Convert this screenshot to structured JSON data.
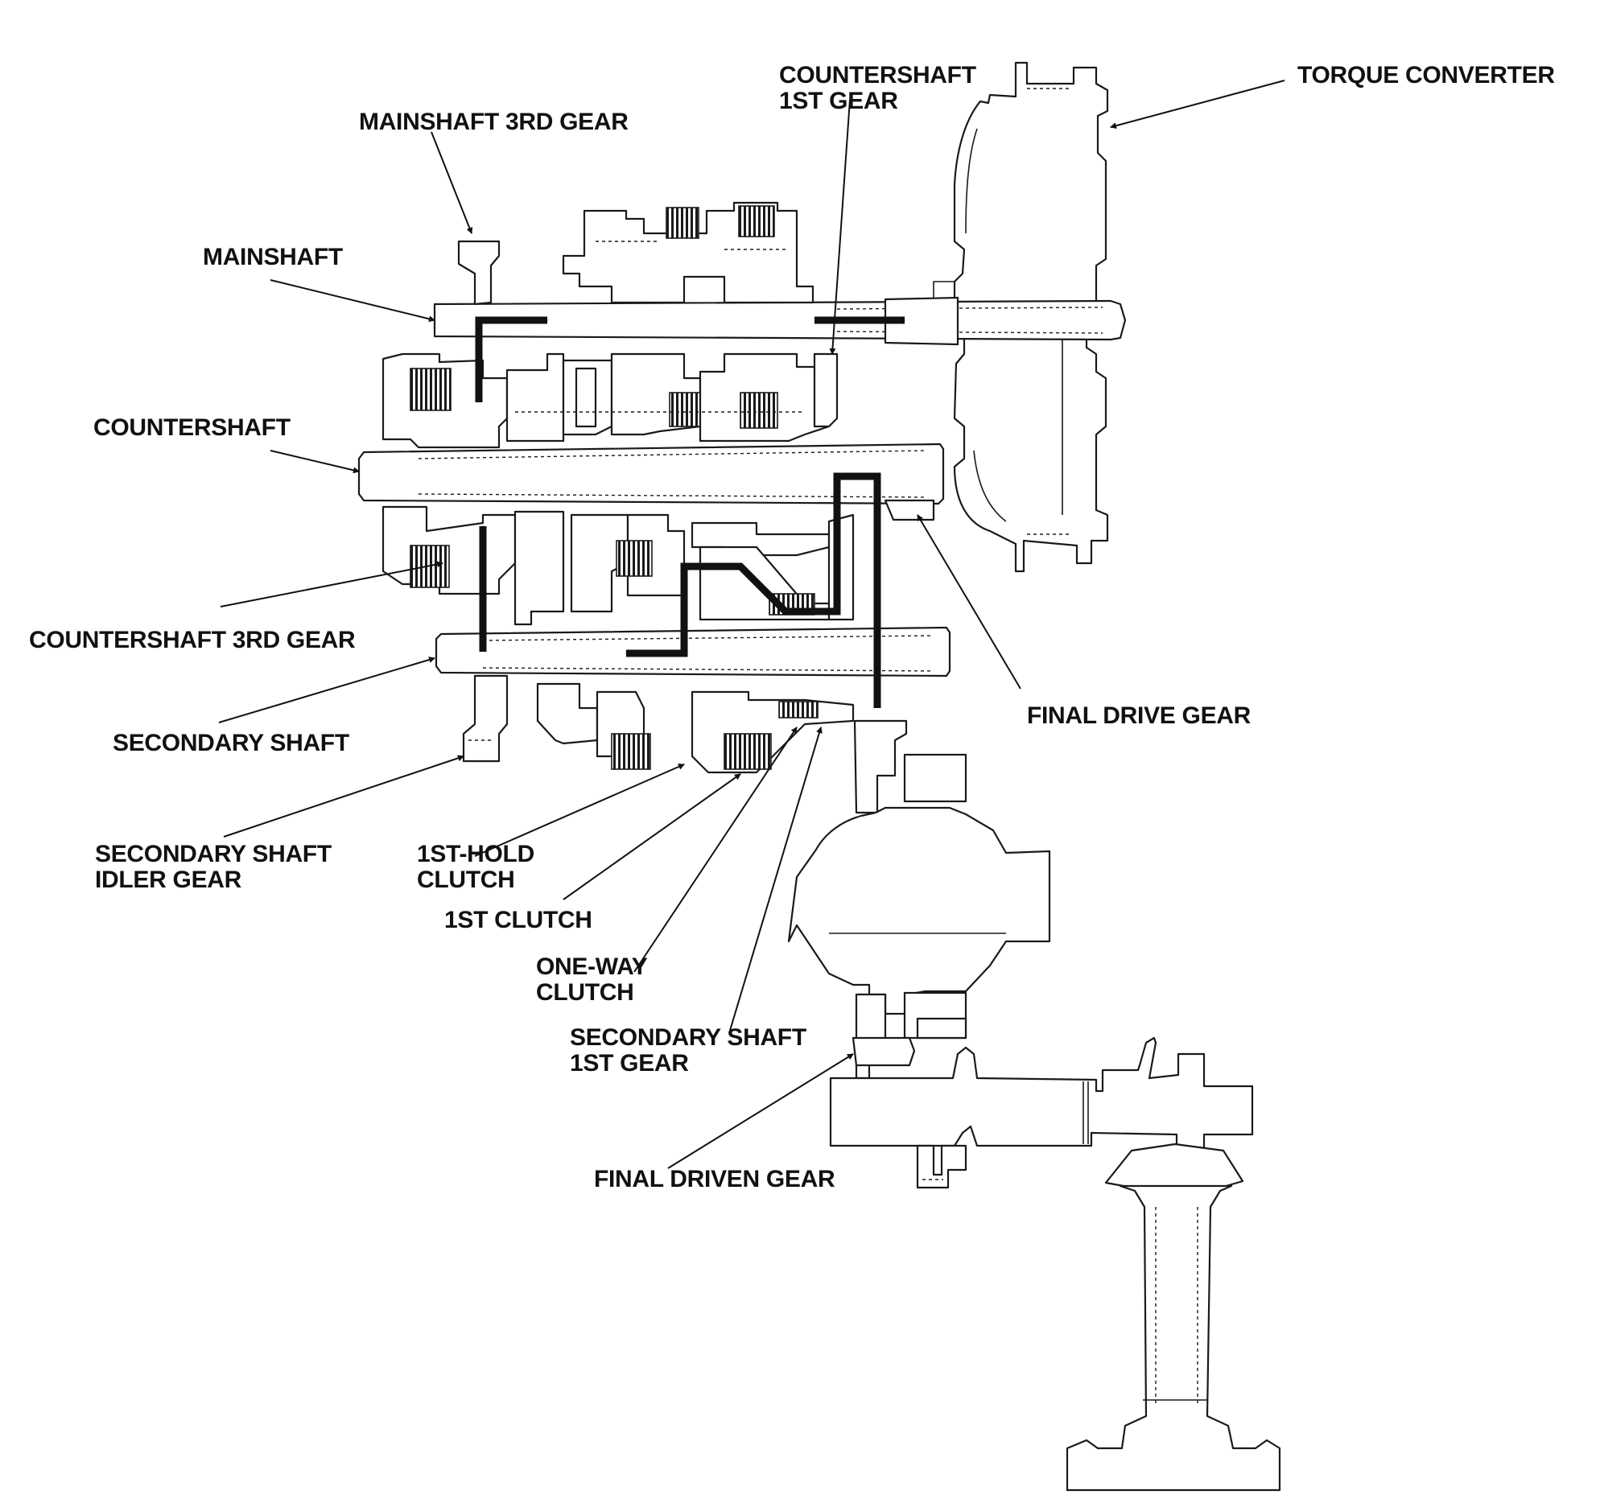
{
  "labels": {
    "mainshaft_3rd_gear": "MAINSHAFT 3RD GEAR",
    "mainshaft": "MAINSHAFT",
    "countershaft": "COUNTERSHAFT",
    "countershaft_3rd_gear": "COUNTERSHAFT 3RD GEAR",
    "secondary_shaft": "SECONDARY SHAFT",
    "secondary_shaft_idler_gear": [
      "SECONDARY SHAFT",
      "IDLER GEAR"
    ],
    "countershaft_1st_gear": [
      "COUNTERSHAFT",
      "1ST GEAR"
    ],
    "torque_converter": "TORQUE CONVERTER",
    "final_drive_gear": "FINAL DRIVE GEAR",
    "first_hold_clutch": [
      "1ST-HOLD",
      "CLUTCH"
    ],
    "first_clutch": "1ST CLUTCH",
    "one_way_clutch": [
      "ONE-WAY",
      "CLUTCH"
    ],
    "secondary_shaft_1st_gear": [
      "SECONDARY SHAFT",
      "1ST GEAR"
    ],
    "final_driven_gear": "FINAL DRIVEN GEAR"
  },
  "colors": {
    "line": "#1a1a1a",
    "flow": "#111111",
    "background": "#ffffff"
  }
}
